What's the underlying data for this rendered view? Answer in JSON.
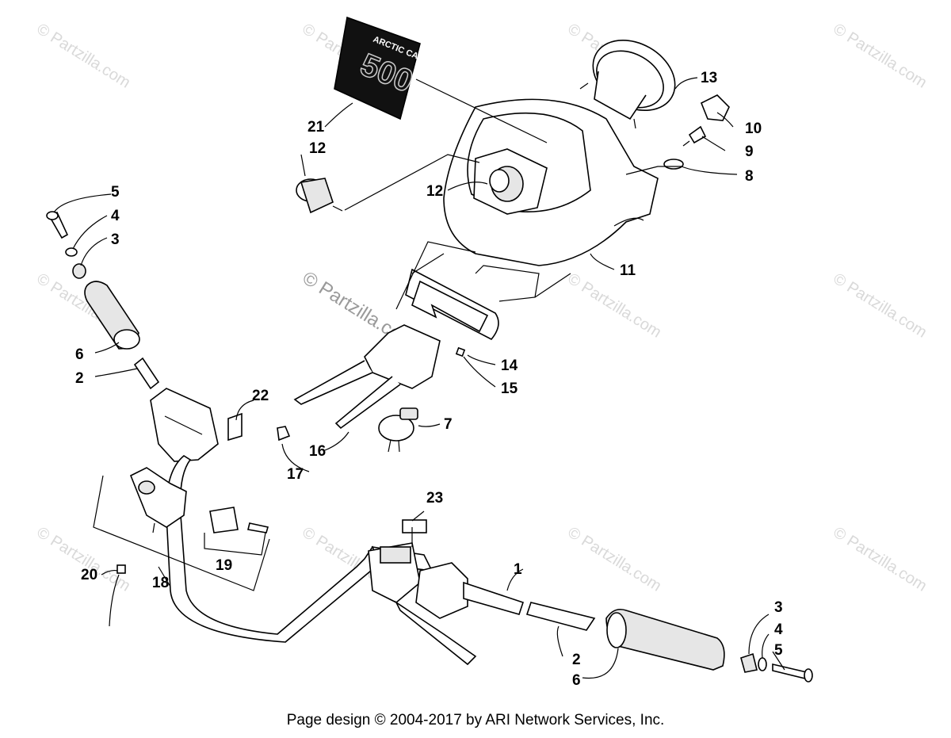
{
  "watermarks": {
    "text": "© Partzilla.com",
    "center_text": "© Partzilla.com"
  },
  "decal_text": {
    "brand": "ARCTIC CAT",
    "model": "500"
  },
  "callouts": [
    {
      "id": "c1",
      "label": "1"
    },
    {
      "id": "c2a",
      "label": "2"
    },
    {
      "id": "c2b",
      "label": "2"
    },
    {
      "id": "c3a",
      "label": "3"
    },
    {
      "id": "c3b",
      "label": "3"
    },
    {
      "id": "c4a",
      "label": "4"
    },
    {
      "id": "c4b",
      "label": "4"
    },
    {
      "id": "c5a",
      "label": "5"
    },
    {
      "id": "c5b",
      "label": "5"
    },
    {
      "id": "c6a",
      "label": "6"
    },
    {
      "id": "c6b",
      "label": "6"
    },
    {
      "id": "c7",
      "label": "7"
    },
    {
      "id": "c8",
      "label": "8"
    },
    {
      "id": "c9",
      "label": "9"
    },
    {
      "id": "c10",
      "label": "10"
    },
    {
      "id": "c11",
      "label": "11"
    },
    {
      "id": "c12a",
      "label": "12"
    },
    {
      "id": "c12b",
      "label": "12"
    },
    {
      "id": "c13",
      "label": "13"
    },
    {
      "id": "c14",
      "label": "14"
    },
    {
      "id": "c15",
      "label": "15"
    },
    {
      "id": "c16",
      "label": "16"
    },
    {
      "id": "c17",
      "label": "17"
    },
    {
      "id": "c18",
      "label": "18"
    },
    {
      "id": "c19",
      "label": "19"
    },
    {
      "id": "c20",
      "label": "20"
    },
    {
      "id": "c21",
      "label": "21"
    },
    {
      "id": "c22",
      "label": "22"
    },
    {
      "id": "c23",
      "label": "23"
    }
  ],
  "footer": {
    "text": "Page design © 2004-2017 by ARI Network Services, Inc."
  }
}
